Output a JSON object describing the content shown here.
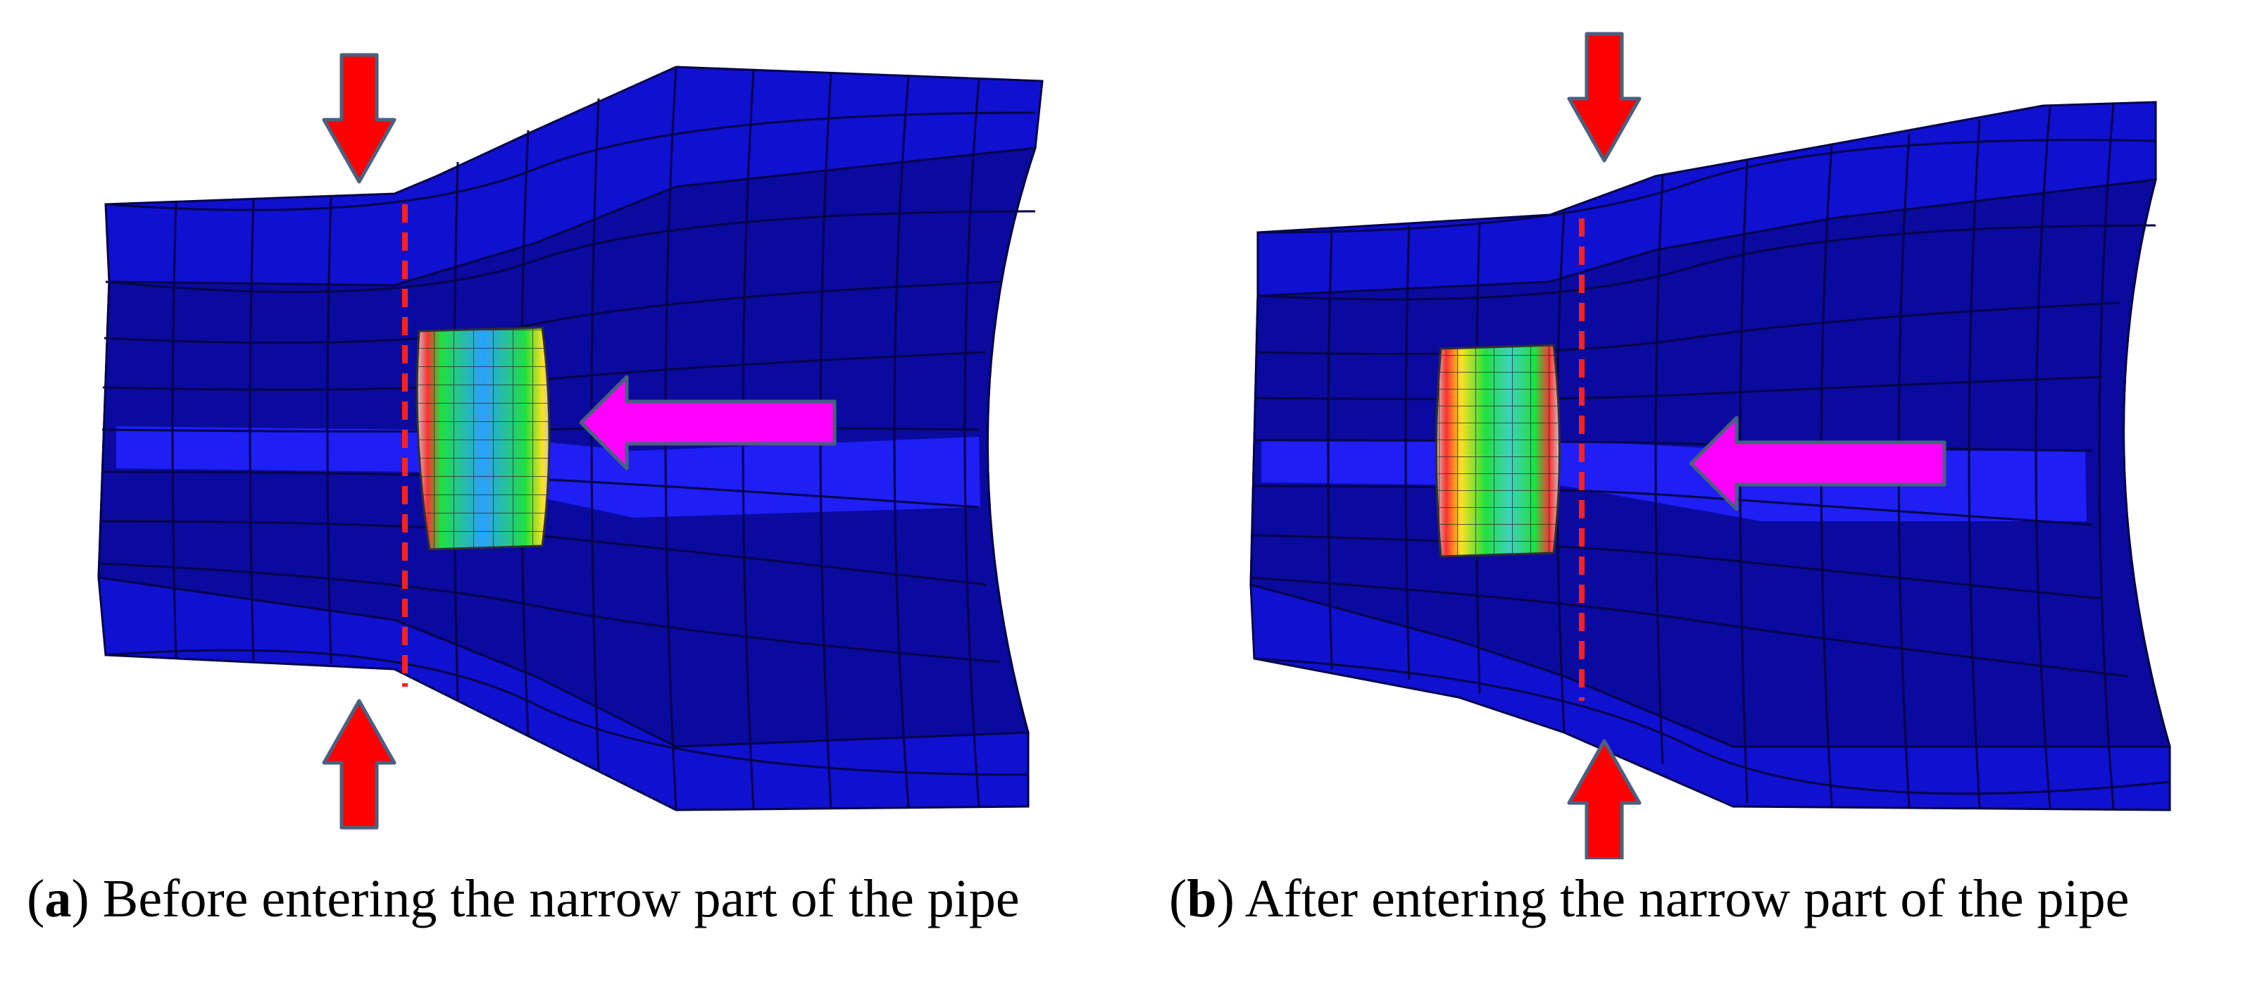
{
  "figure": {
    "panels": [
      {
        "label": "a",
        "caption": "Before entering the narrow part of the pipe",
        "stage": "before"
      },
      {
        "label": "b",
        "caption": "After entering the narrow part of the pipe",
        "stage": "after"
      }
    ]
  },
  "colors": {
    "pipe_face": "#1010d0",
    "pipe_inner": "#0a0a9e",
    "pipe_band": "#1e1ef5",
    "mesh_line": "#05054a",
    "compression_arrow": "#ff0000",
    "compression_arrow_outline": "#4a6080",
    "travel_arrow": "#ff00ff",
    "narrowing_line": "#ff2020",
    "pig_stress_low": "#2080ff",
    "pig_stress_mid": "#20e040",
    "pig_stress_high": "#ff2020",
    "pig_base": "#c8c8c8"
  },
  "icons": {
    "compression": "arrow-down-icon",
    "travel": "arrow-left-icon"
  }
}
